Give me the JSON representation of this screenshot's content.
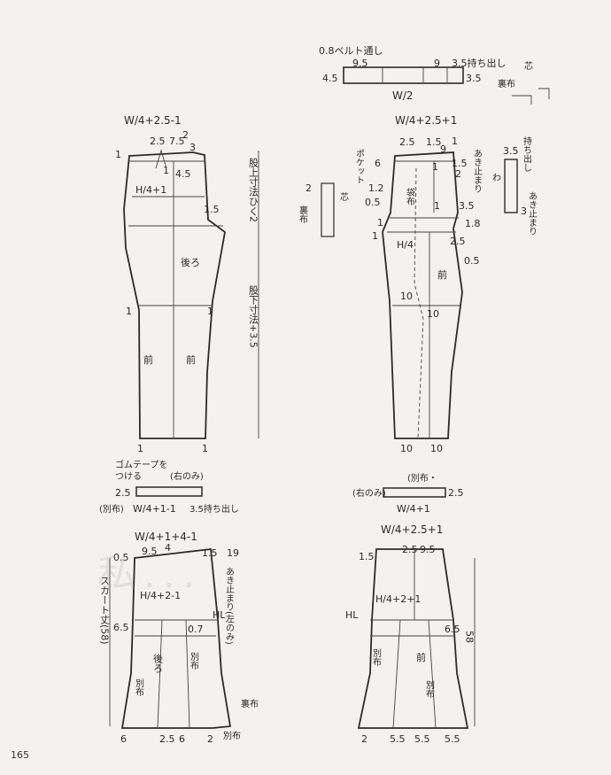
{
  "page": {
    "number": "165",
    "watermark": "私..."
  },
  "top_right_band": {
    "belt_loop": "0.8ベルト通し",
    "dims": [
      "4.5",
      "9.5",
      "9",
      "3.5持ち出し",
      "3.5"
    ],
    "w_half": "W/2"
  },
  "top_left_pattern": {
    "waist": "W/4+2.5-1",
    "labels": [
      "2.5",
      "7.5",
      "3",
      "1",
      "2",
      "1",
      "4.5",
      "H/4+1",
      "1.5",
      "1",
      "1",
      "前",
      "前",
      "後ろ",
      "1",
      "1"
    ],
    "side_text": "股上寸法ひく2",
    "side_text2": "股下寸法+3.5"
  },
  "top_right_pattern": {
    "waist": "W/4+2.5+1",
    "labels": [
      "2.5",
      "1.5",
      "9",
      "1",
      "6",
      "1",
      "1.2",
      "0.5",
      "1",
      "1.8",
      "2.5",
      "0.5",
      "1",
      "1",
      "2",
      "3.5",
      "1.5",
      "10",
      "10",
      "10",
      "10",
      "H/4",
      "前",
      "ポケット",
      "袋布",
      "あき止まり"
    ],
    "small_parts": [
      "2",
      "芯",
      "裏布",
      "芯",
      "裏布",
      "持ち出し",
      "わ",
      "あき止まり",
      "3.5",
      "3"
    ]
  },
  "bottom_left_pattern": {
    "band_notes": [
      "ゴムテープを",
      "つける",
      "(右のみ)",
      "2.5",
      "(別布)",
      "W/4+1-1",
      "3.5持ち出し"
    ],
    "waist": "W/4+1+4-1",
    "labels": [
      "0.5",
      "9.5",
      "4",
      "1.5",
      "19",
      "あき止まり(左のみ)",
      "H/4+2-1",
      "HL",
      "6.5",
      "0.7",
      "後ろ",
      "別布",
      "別布",
      "6",
      "2.5",
      "6",
      "2",
      "スカート丈(58)",
      "裏布",
      "別布"
    ]
  },
  "bottom_right_pattern": {
    "band_notes": [
      "(別布・",
      "(右のみ)",
      "2.5",
      "W/4+1"
    ],
    "waist": "W/4+2.5+1",
    "labels": [
      "1.5",
      "2.5",
      "9.5",
      "H/4+2+1",
      "HL",
      "6.5",
      "前",
      "別布",
      "別布",
      "58",
      "2",
      "5.5",
      "5.5",
      "5.5"
    ]
  }
}
